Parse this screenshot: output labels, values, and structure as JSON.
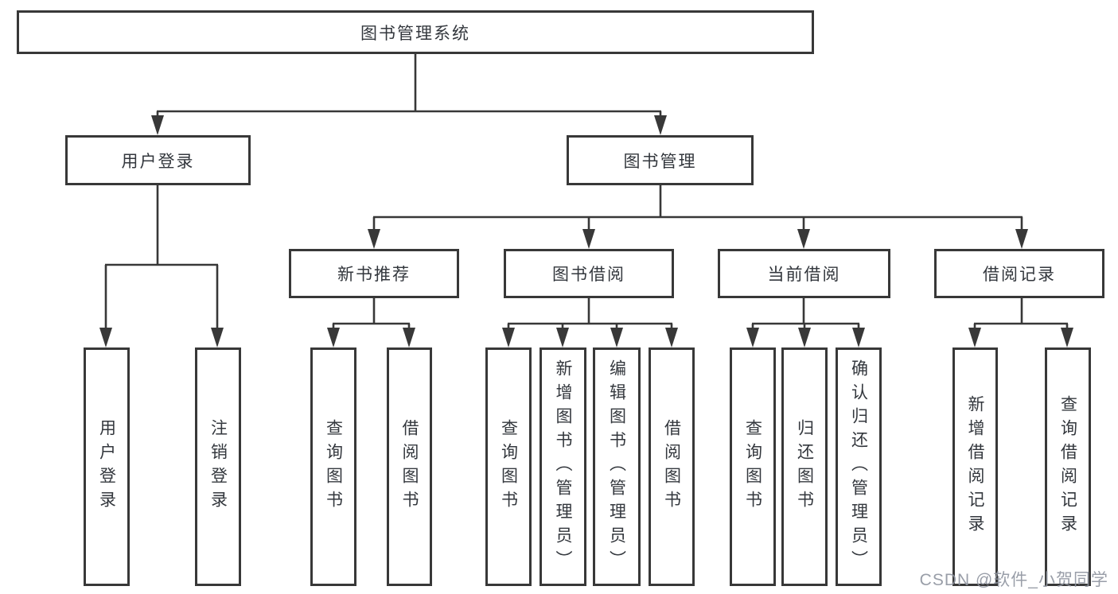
{
  "diagram": {
    "type": "hierarchy-tree",
    "watermark": "CSDN @软件_小贺同学",
    "colors": {
      "line": "#383838",
      "box_border": "#383838",
      "text": "#33373d",
      "background": "#ffffff",
      "watermark": "#8e939e"
    },
    "nodes": {
      "root": "图书管理系统",
      "user_login": "用户登录",
      "book_mgmt": "图书管理",
      "new_book_rec": "新书推荐",
      "book_borrow": "图书借阅",
      "current_borrow": "当前借阅",
      "borrow_record": "借阅记录",
      "ul_user_login": "用户登录",
      "ul_logout": "注销登录",
      "nr_query_book": "查询图书",
      "nr_borrow_book": "借阅图书",
      "bb_query_book": "查询图书",
      "bb_add_book": "新增图书（管理员）",
      "bb_edit_book": "编辑图书（管理员）",
      "bb_borrow_book": "借阅图书",
      "cb_query_book": "查询图书",
      "cb_return_book": "归还图书",
      "cb_confirm_return": "确认归还（管理员）",
      "br_add_record": "新增借阅记录",
      "br_query_record": "查询借阅记录"
    },
    "structure": {
      "图书管理系统": [
        "用户登录",
        "图书管理"
      ],
      "用户登录": [
        "用户登录",
        "注销登录"
      ],
      "图书管理": [
        "新书推荐",
        "图书借阅",
        "当前借阅",
        "借阅记录"
      ],
      "新书推荐": [
        "查询图书",
        "借阅图书"
      ],
      "图书借阅": [
        "查询图书",
        "新增图书（管理员）",
        "编辑图书（管理员）",
        "借阅图书"
      ],
      "当前借阅": [
        "查询图书",
        "归还图书",
        "确认归还（管理员）"
      ],
      "借阅记录": [
        "新增借阅记录",
        "查询借阅记录"
      ]
    }
  }
}
